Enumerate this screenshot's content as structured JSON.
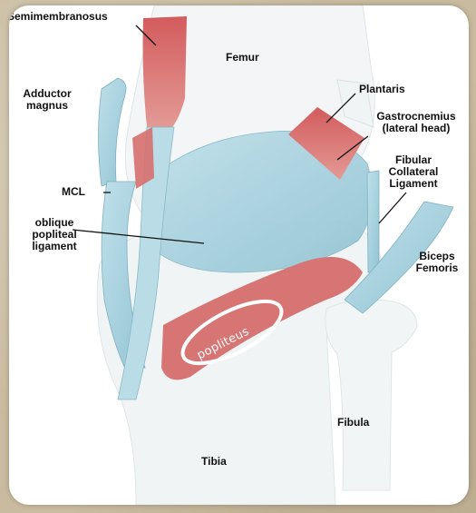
{
  "labels": {
    "semimembranosus": "Semimembranosus",
    "femur": "Femur",
    "adductor_magnus_1": "Adductor",
    "adductor_magnus_2": "magnus",
    "plantaris": "Plantaris",
    "gastrocnemius_1": "Gastrocnemius",
    "gastrocnemius_2": "(lateral head)",
    "fibular_1": "Fibular",
    "fibular_2": "Collateral",
    "fibular_3": "Ligament",
    "mcl": "MCL",
    "oblique_1": "oblique",
    "oblique_2": "popliteal",
    "oblique_3": "ligament",
    "biceps_1": "Biceps",
    "biceps_2": "Femoris",
    "popliteus": "popliteus",
    "fibula": "Fibula",
    "tibia": "Tibia"
  },
  "colors": {
    "muscle": "#d46a6a",
    "ligament": "#a9d2de",
    "bone": "#eef2f3",
    "highlight_ring": "#ffffff"
  }
}
